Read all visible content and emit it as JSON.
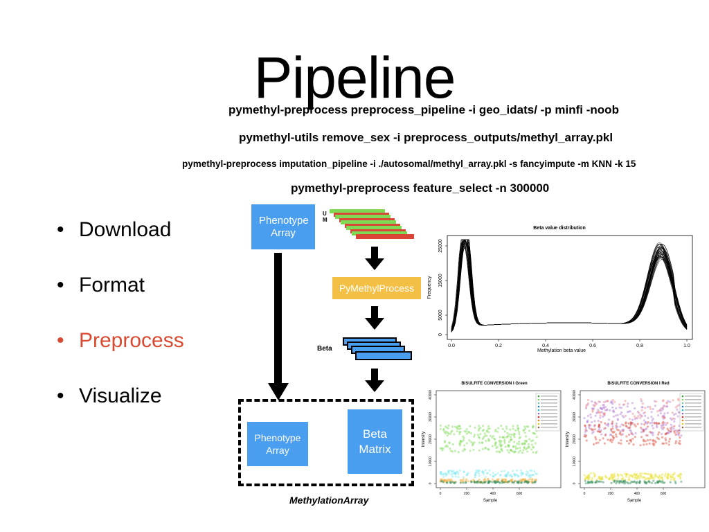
{
  "title": "Pipeline",
  "commands": [
    "pymethyl-preprocess preprocess_pipeline -i geo_idats/ -p minfi -noob",
    "pymethyl-utils remove_sex -i preprocess_outputs/methyl_array.pkl",
    "pymethyl-preprocess imputation_pipeline -i ./autosomal/methyl_array.pkl -s fancyimpute -m KNN -k 15",
    "pymethyl-preprocess feature_select -n 300000"
  ],
  "bullets": [
    {
      "label": "Download",
      "color": "#000000"
    },
    {
      "label": "Format",
      "color": "#000000"
    },
    {
      "label": "Preprocess",
      "color": "#d84a32"
    },
    {
      "label": "Visualize",
      "color": "#000000"
    }
  ],
  "diagram": {
    "phenotype_top": "Phenotype Array",
    "um_label_u": "U",
    "um_label_m": "M",
    "process_box": "PyMethylProcess",
    "beta_label": "Beta",
    "phenotype_bottom": "Phenotype Array",
    "beta_matrix": "Beta Matrix",
    "container_caption": "MethylationArray",
    "colors": {
      "blue": "#4a9ef0",
      "orange": "#f4bf45",
      "green": "#7ed957",
      "red": "#d94636"
    }
  },
  "beta_plot": {
    "title": "Beta value distribution",
    "xlabel": "Methylation beta value",
    "ylabel": "Frequency",
    "xticks": [
      "0.0",
      "0.2",
      "0.4",
      "0.6",
      "0.8",
      "1.0"
    ],
    "yticks": [
      "0",
      "5000",
      "15000",
      "25000"
    ]
  },
  "bisulfite_green": {
    "title": "BISULFITE CONVERSION I Green",
    "xlabel": "Sample",
    "ylabel": "Intensity",
    "xticks": [
      "0",
      "200",
      "400",
      "600"
    ],
    "yticks": [
      "0",
      "10000",
      "20000",
      "30000",
      "40000"
    ]
  },
  "bisulfite_red": {
    "title": "BISULFITE CONVERSION I Red",
    "xlabel": "Sample",
    "ylabel": "Intensity",
    "xticks": [
      "0",
      "200",
      "400",
      "600"
    ],
    "yticks": [
      "0",
      "10000",
      "20000",
      "30000",
      "40000"
    ]
  }
}
